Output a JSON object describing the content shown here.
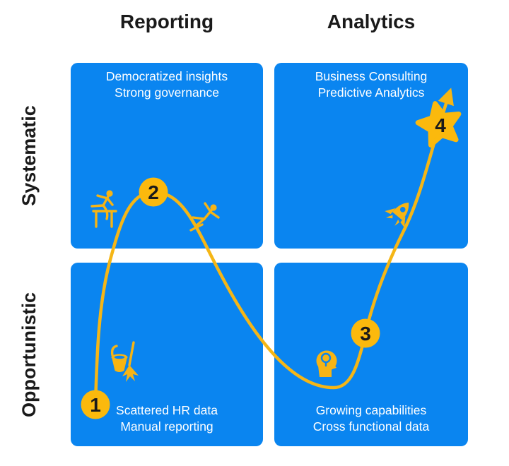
{
  "columns": {
    "left": "Reporting",
    "right": "Analytics"
  },
  "rows": {
    "top": "Systematic",
    "bottom": "Opportunistic"
  },
  "quadrants": {
    "top_left": {
      "lines": [
        "Democratized insights",
        "Strong governance"
      ]
    },
    "top_right": {
      "lines": [
        "Business Consulting",
        "Predictive Analytics"
      ]
    },
    "bottom_left": {
      "lines": [
        "Scattered HR data",
        "Manual reporting"
      ]
    },
    "bottom_right": {
      "lines": [
        "Growing capabilities",
        "Cross functional data"
      ]
    }
  },
  "milestones": [
    {
      "number": "1",
      "marker": "circle"
    },
    {
      "number": "2",
      "marker": "circle"
    },
    {
      "number": "3",
      "marker": "circle"
    },
    {
      "number": "4",
      "marker": "star"
    }
  ],
  "icons": [
    {
      "name": "hurdler-icon"
    },
    {
      "name": "slipping-person-icon"
    },
    {
      "name": "bucket-and-broom-icon"
    },
    {
      "name": "idea-head-icon"
    },
    {
      "name": "rocket-icon"
    },
    {
      "name": "arrow-up-icon"
    },
    {
      "name": "star-milestone-icon"
    }
  ],
  "colors": {
    "quadrant_blue": "#0a85f0",
    "accent_yellow": "#fbb90d",
    "curve_yellow": "#f5b616",
    "text_on_blue": "#ffffff",
    "heading_text": "#1a1a1a",
    "background": "#ffffff"
  }
}
